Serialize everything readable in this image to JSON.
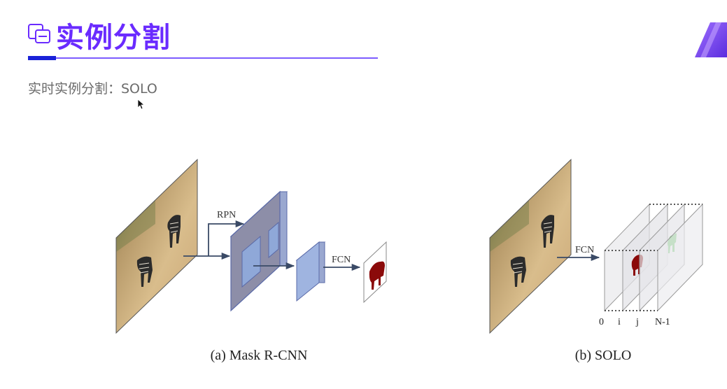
{
  "slide": {
    "title": "实例分割",
    "subtitle": "实时实例分割：SOLO"
  },
  "diagram_a": {
    "caption": "(a) Mask R-CNN",
    "rpn_label": "RPN",
    "fcn_label": "FCN"
  },
  "diagram_b": {
    "caption": "(b) SOLO",
    "fcn_label": "FCN",
    "grid_labels": [
      "0",
      "i",
      "j",
      "N-1"
    ]
  },
  "colors": {
    "title": "#6a2bff",
    "accent_bar": "#1a22d8",
    "feature_map": "#8d8ea8",
    "feature_edge": "#5a6aa8",
    "roi_box": "#8fa8d8",
    "mask_red": "#8b0a0a",
    "mask_green": "#6cc46c"
  }
}
